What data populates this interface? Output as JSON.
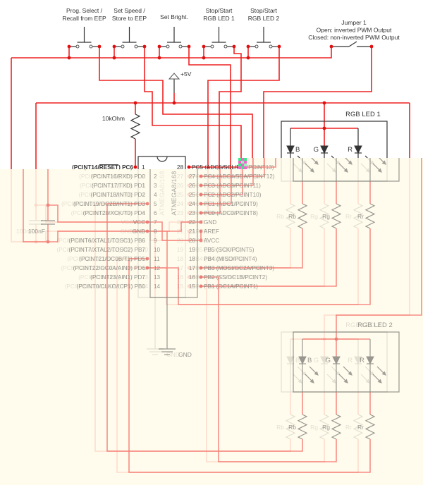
{
  "buttons": [
    {
      "lines": [
        "Prog. Select /",
        "Recall from EEP"
      ]
    },
    {
      "lines": [
        "Set Speed /",
        "Store to EEP"
      ]
    },
    {
      "lines": [
        "Set Bright."
      ]
    },
    {
      "lines": [
        "Stop/Start",
        "RGB LED 1"
      ]
    },
    {
      "lines": [
        "Stop/Start",
        "RGB LED 2"
      ]
    }
  ],
  "jumper": {
    "lines": [
      "Jumper 1",
      "Open: inverted PWM Output",
      "Closed: non-inverted PWM Output"
    ]
  },
  "supply": {
    "label": "+5V"
  },
  "pullup_resistor": {
    "label": "10kOhm"
  },
  "capacitor": {
    "label": "100nF"
  },
  "ground": {
    "label": "GND"
  },
  "chip": {
    "name": "ATMEGA8/168",
    "left_pins": [
      {
        "num": "1",
        "label": "(PCINT14/RESET) PC6",
        "overline": "RESET"
      },
      {
        "num": "2",
        "label": "(PCINT16/RXD) PD0"
      },
      {
        "num": "3",
        "label": "(PCINT17/TXD) PD1"
      },
      {
        "num": "4",
        "label": "(PCINT18/INT0) PD2"
      },
      {
        "num": "5",
        "label": "(PCINT19/OC2B/INT1) PD3"
      },
      {
        "num": "6",
        "label": "(PCINT20/XCK/T0) PD4"
      },
      {
        "num": "7",
        "label": "VCC"
      },
      {
        "num": "8",
        "label": "GND"
      },
      {
        "num": "9",
        "label": "(PCINT6/XTAL1/TOSC1) PB6"
      },
      {
        "num": "10",
        "label": "(PCINT7/XTAL2/TOSC2) PB7"
      },
      {
        "num": "11",
        "label": "(PCINT21/OC0B/T1) PD5"
      },
      {
        "num": "12",
        "label": "(PCINT22/OC0A/AIN0) PD6"
      },
      {
        "num": "13",
        "label": "(PCINT23/AIN1) PD7"
      },
      {
        "num": "14",
        "label": "(PCINT0/CLKO/ICP1) PB0"
      }
    ],
    "right_pins": [
      {
        "num": "28",
        "label": "PC5 (ADC5/SCL/PCINT13)"
      },
      {
        "num": "27",
        "label": "PC4 (ADC4/SDA/PCINT12)"
      },
      {
        "num": "26",
        "label": "PC3 (ADC3/PCINT11)"
      },
      {
        "num": "25",
        "label": "PC2 (ADC2/PCINT10)"
      },
      {
        "num": "24",
        "label": "PC1 (ADC1/PCINT9)"
      },
      {
        "num": "23",
        "label": "PC0 (ADC0/PCINT8)"
      },
      {
        "num": "22",
        "label": "GND"
      },
      {
        "num": "21",
        "label": "AREF"
      },
      {
        "num": "20",
        "label": "AVCC"
      },
      {
        "num": "19",
        "label": "PB5 (SCK/PCINT5)"
      },
      {
        "num": "18",
        "label": "PB4 (MISO/PCINT4)"
      },
      {
        "num": "17",
        "label": "PB3 (MOSI/OC2A/PCINT3)"
      },
      {
        "num": "16",
        "label": "PB2 (SS/OC1B/PCINT2)"
      },
      {
        "num": "15",
        "label": "PB1 (OC1A/PCINT1)"
      }
    ]
  },
  "leds": [
    {
      "title": "RGB LED 1",
      "diodes": [
        "B",
        "G",
        "R"
      ],
      "resistors": [
        "Rb",
        "Rg",
        "Rr"
      ]
    },
    {
      "title": "RGB LED 2",
      "diodes": [
        "B",
        "G",
        "R"
      ],
      "resistors": [
        "Rb",
        "Rg",
        "Rr"
      ]
    }
  ],
  "colors": {
    "wire": "#ee2222",
    "junction": "#e01010",
    "component": "#333333",
    "text": "#333333",
    "overlay": "#fffbea"
  }
}
